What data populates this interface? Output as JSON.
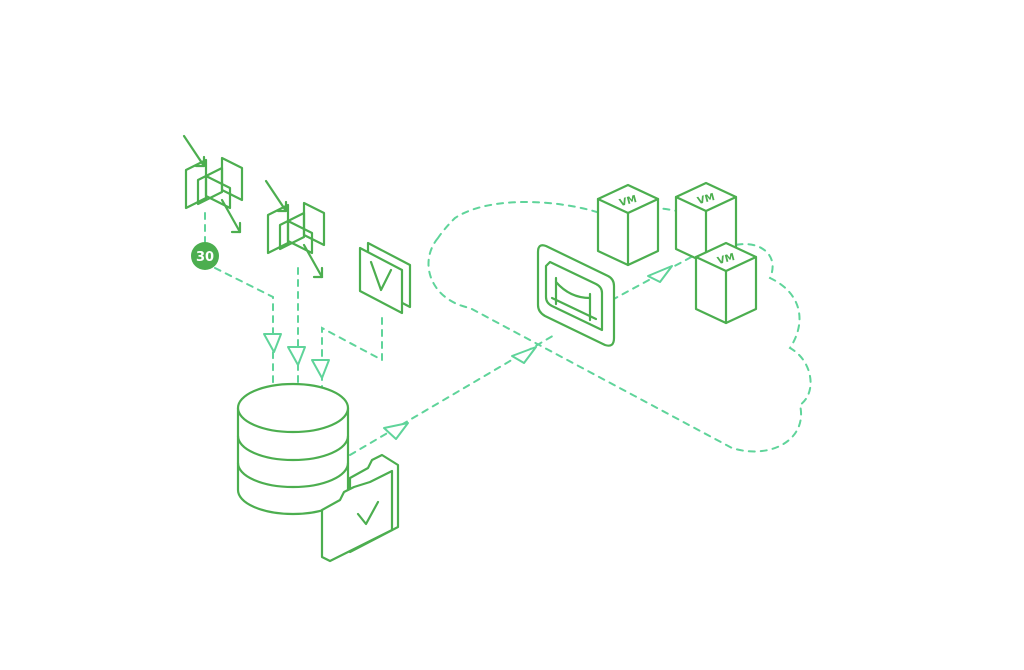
{
  "badge": {
    "value": "30"
  },
  "vms": [
    {
      "label": "VM"
    },
    {
      "label": "VM"
    },
    {
      "label": "VM"
    }
  ],
  "colors": {
    "stroke": "#4cae4f",
    "dashed_flow": "#5fd49a",
    "background": "#ffffff"
  },
  "icons": [
    "backup-chain-icon",
    "backup-chain-icon",
    "verify-document-icon",
    "database-icon",
    "folder-check-icon",
    "gateway-bridge-icon",
    "cloud-outline",
    "vm-cube-icon"
  ]
}
